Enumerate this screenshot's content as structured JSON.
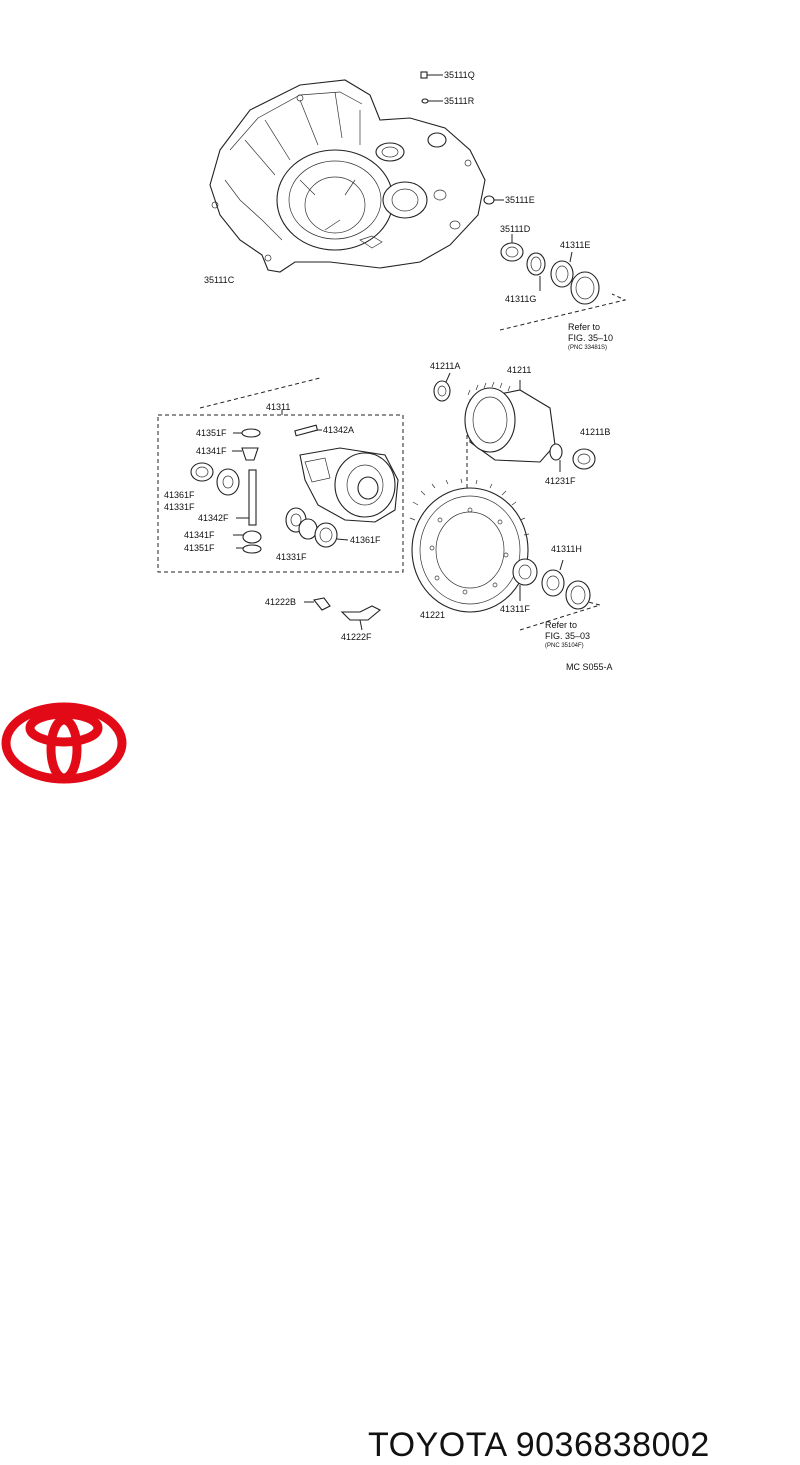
{
  "labels": {
    "p35111Q": "35111Q",
    "p35111R": "35111R",
    "p35111E": "35111E",
    "p35111D": "35111D",
    "p41311E": "41311E",
    "p41311G": "41311G",
    "p35111C": "35111C",
    "refer1_a": "Refer to",
    "refer1_b": "FIG. 35–10",
    "refer1_c": "(PNC 33481S)",
    "p41211A": "41211A",
    "p41211": "41211",
    "p41311": "41311",
    "p41351F_top": "41351F",
    "p41342A": "41342A",
    "p41341F_top": "41341F",
    "p41211B": "41211B",
    "p41361F_left": "41361F",
    "p41331F_left": "41331F",
    "p41231F": "41231F",
    "p41342F": "41342F",
    "p41341F_bot": "41341F",
    "p41361F_right": "41361F",
    "p41351F_bot": "41351F",
    "p41331F_bot": "41331F",
    "p41311H": "41311H",
    "p41222B": "41222B",
    "p41221": "41221",
    "p41311F": "41311F",
    "p41222F": "41222F",
    "refer2_a": "Refer to",
    "refer2_b": "FIG. 35–03",
    "refer2_c": "(PNC 35104F)",
    "code": "MC  S055-A"
  },
  "brand": {
    "text": "TOYOTA 9036838002",
    "logo_color": "#e30a17",
    "logo_icon": "toyota-logo-icon"
  }
}
